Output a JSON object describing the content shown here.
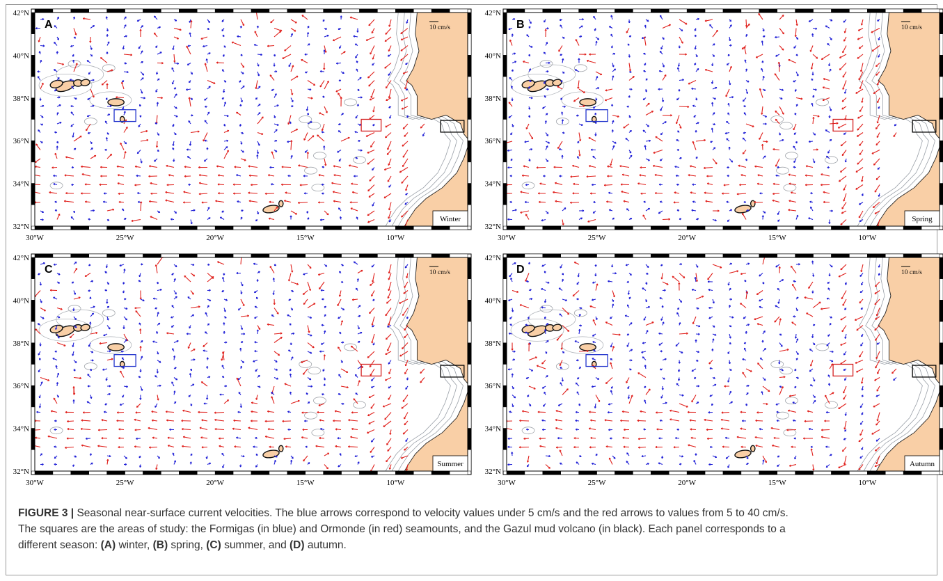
{
  "figure": {
    "panels": [
      {
        "letter": "A",
        "season": "Winter"
      },
      {
        "letter": "B",
        "season": "Spring"
      },
      {
        "letter": "C",
        "season": "Summer"
      },
      {
        "letter": "D",
        "season": "Autumn"
      }
    ],
    "lat_labels": [
      "42°N",
      "40°N",
      "38°N",
      "36°N",
      "34°N",
      "32°N"
    ],
    "lon_labels": [
      "30°W",
      "25°W",
      "20°W",
      "15°W",
      "10°W"
    ],
    "scale_label": "10 cm/s",
    "colors": {
      "slow_arrow": "#1f1fd6",
      "fast_arrow": "#e0201c",
      "land": "#f9cfa6",
      "formigas_box": "#2233cc",
      "ormonde_box": "#d42020",
      "gazul_box": "#000000"
    },
    "map_extent": {
      "lon": [
        -30,
        -6
      ],
      "lat": [
        32,
        42
      ]
    }
  },
  "caption": {
    "label": "FIGURE 3 |",
    "line1": " Seasonal near-surface current velocities. The blue arrows correspond to velocity values under 5 cm/s and the red arrows to values from 5 to 40 cm/s.",
    "line2": "The squares are the areas of study: the Formigas (in blue) and Ormonde (in red) seamounts, and the Gazul mud volcano (in black). Each panel corresponds to a",
    "line3_pre": "different season: ",
    "a_label": "(A)",
    "a_text": " winter, ",
    "b_label": "(B)",
    "b_text": " spring, ",
    "c_label": "(C)",
    "c_text": " summer, and ",
    "d_label": "(D)",
    "d_text": " autumn."
  }
}
